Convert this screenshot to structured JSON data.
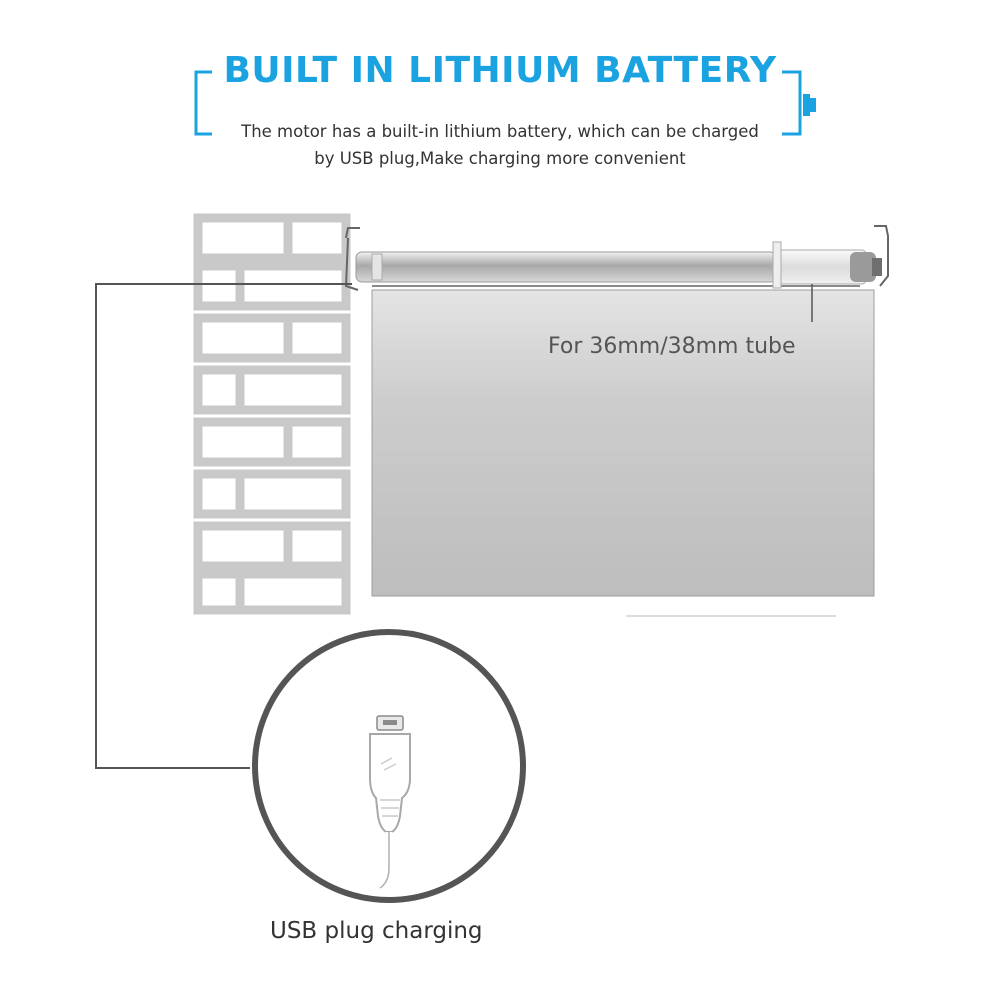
{
  "header": {
    "title": "BUILT IN LITHIUM BATTERY",
    "subtitle_line1": "The motor has a built-in lithium battery, which can be charged",
    "subtitle_line2": "by USB plug,Make charging more convenient"
  },
  "labels": {
    "tube": "For 36mm/38mm tube",
    "usb": "USB plug charging"
  },
  "colors": {
    "accent": "#1aa3e0",
    "brick": "#c9c9c9",
    "panel": "#c4c4c4",
    "cable": "#555555"
  }
}
